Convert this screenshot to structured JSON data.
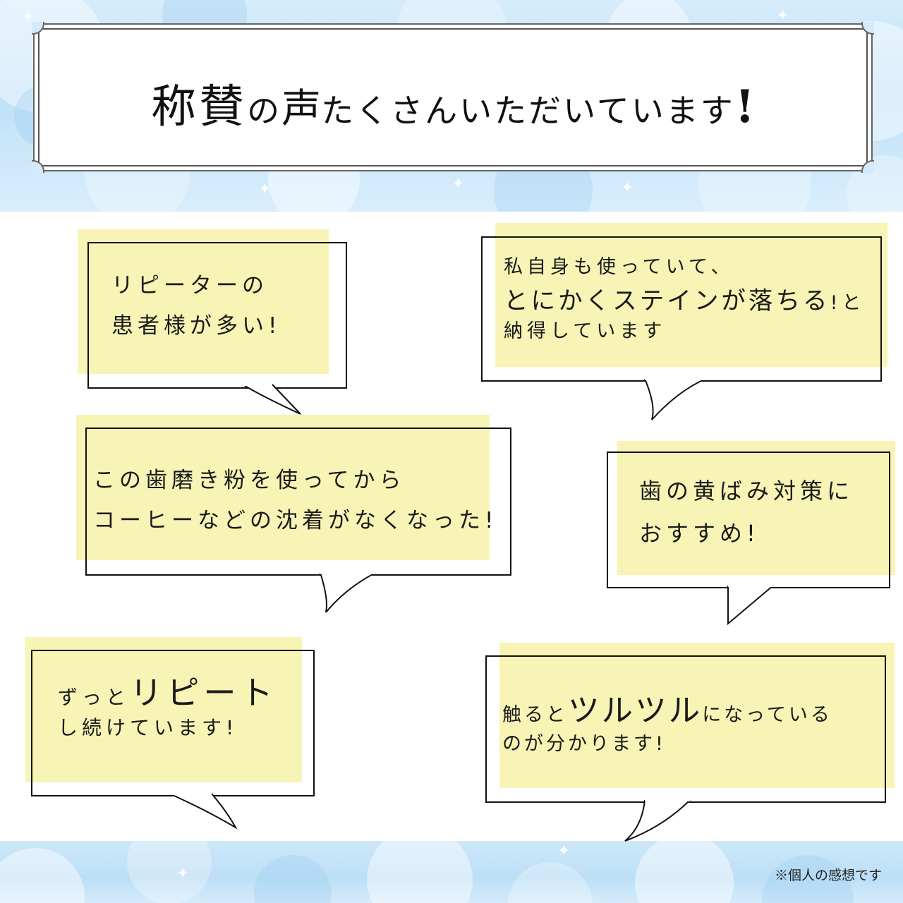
{
  "title": {
    "part1": "称賛",
    "part2": "の",
    "part3": "声",
    "part4": "たくさんいただいています",
    "part5": "!"
  },
  "reviews": [
    {
      "line1": "リピーターの",
      "line2": "患者様が多い!"
    },
    {
      "line1": "私自身も使っていて、",
      "line2_emphasis": "とにかくステインが落ちる",
      "line2_tail": "!と",
      "line3": "納得しています"
    },
    {
      "line1": "この歯磨き粉を使ってから",
      "line2": "コーヒーなどの沈着がなくなった!"
    },
    {
      "line1": "歯の黄ばみ対策に",
      "line2": "おすすめ!"
    },
    {
      "line1_pre": "ずっと",
      "line1_emphasis": "リピート",
      "line2": "し続けています!"
    },
    {
      "line1_pre": "触ると",
      "line1_emphasis": "ツルツル",
      "line1_post": "になっている",
      "line2": "のが分かります!"
    }
  ],
  "note": "※個人の感想です",
  "colors": {
    "highlight": "#f7f4b5",
    "band": "#c4e2f8",
    "stroke": "#111111"
  }
}
